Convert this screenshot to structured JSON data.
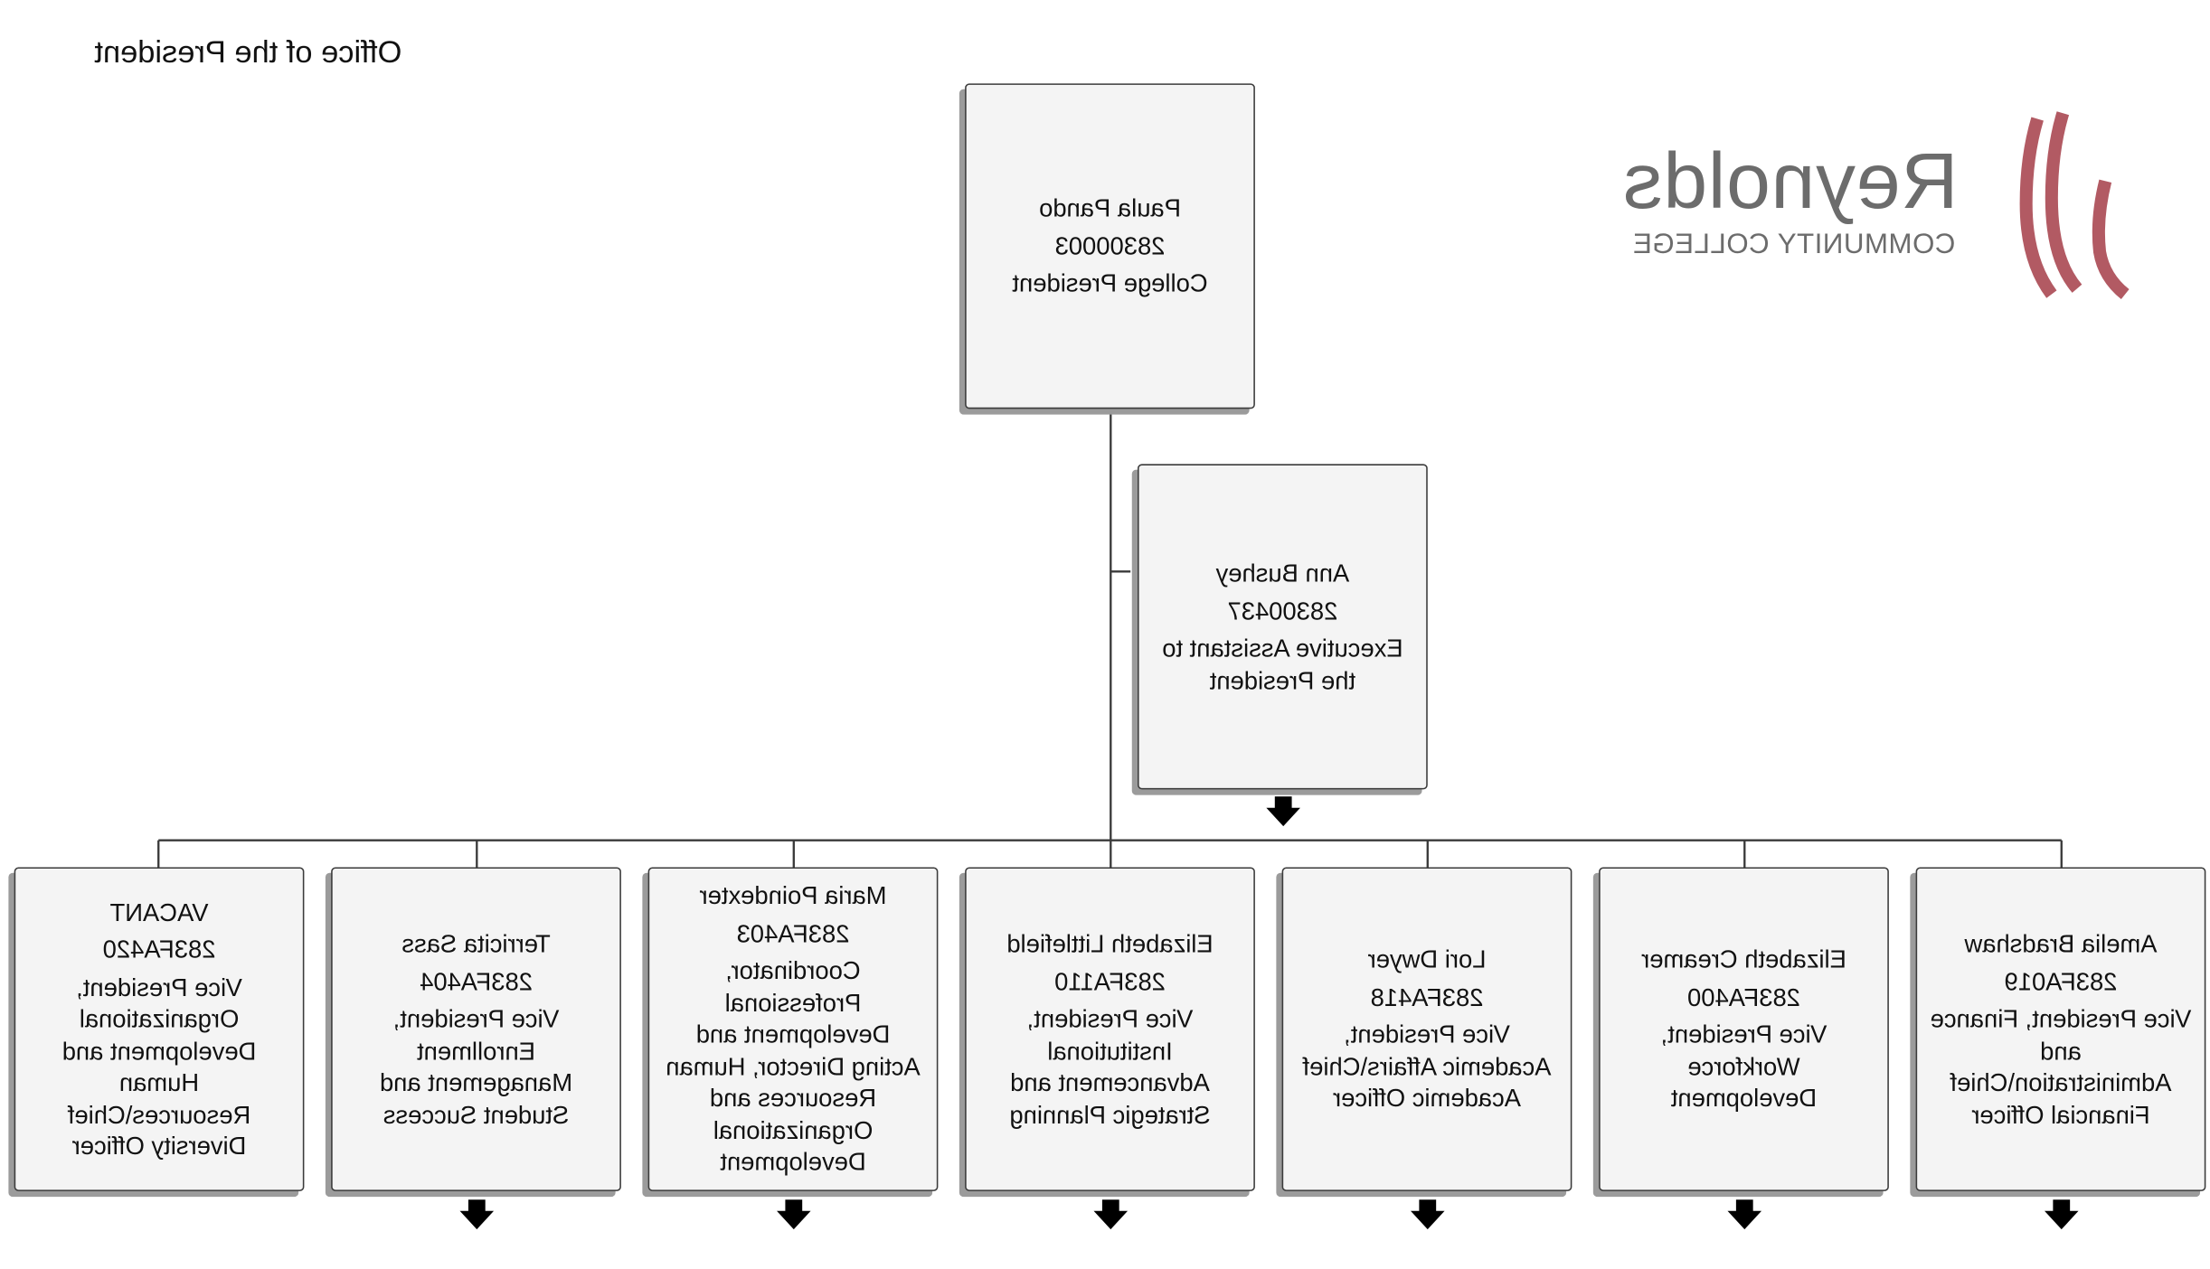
{
  "page": {
    "title": "Office of the President"
  },
  "logo": {
    "wordmark": "Reynolds",
    "subtitle": "COMMUNITY COLLEGE",
    "word_color": "#6c6c6c",
    "mark_color": "#b25a63"
  },
  "colors": {
    "box_fill": "#f4f4f4",
    "box_border": "#3b3b3b",
    "box_shadow": "#9b9b9b",
    "connector": "#3a3a3a",
    "arrow": "#000000"
  },
  "chart": {
    "root": {
      "name": "Paula Pando",
      "code": "28300003",
      "title": "College President"
    },
    "assistant": {
      "name": "Ann Bushey",
      "code": "28300437",
      "title": "Executive Assistant to the President"
    },
    "direct_reports": [
      {
        "name": "Amelia Bradshaw",
        "code": "283FA019",
        "title": "Vice President, Finance and Administration\\Chief Financial Officer"
      },
      {
        "name": "Elizabeth Creamer",
        "code": "283FA400",
        "title": "Vice President, Workforce Development"
      },
      {
        "name": "Lori Dwyer",
        "code": "283FA418",
        "title": "Vice President, Academic Affairs\\Chief Academic Officer"
      },
      {
        "name": "Elizabeth Littlefield",
        "code": "283FA110",
        "title": "Vice President, Institutional Advancement and Strategic Planning"
      },
      {
        "name": "Maria Poindexter",
        "code": "283FA403",
        "title": "Coordinator, Professional Development and Acting Director, Human Resources and Organizational Development"
      },
      {
        "name": "Terricita Sass",
        "code": "283FA404",
        "title": "Vice President, Enrollment Management and Student Success"
      },
      {
        "name": "VACANT",
        "code": "283FA420",
        "title": "Vice President, Organizational Development and Human Resources\\Chief Diversity Officer"
      }
    ]
  }
}
